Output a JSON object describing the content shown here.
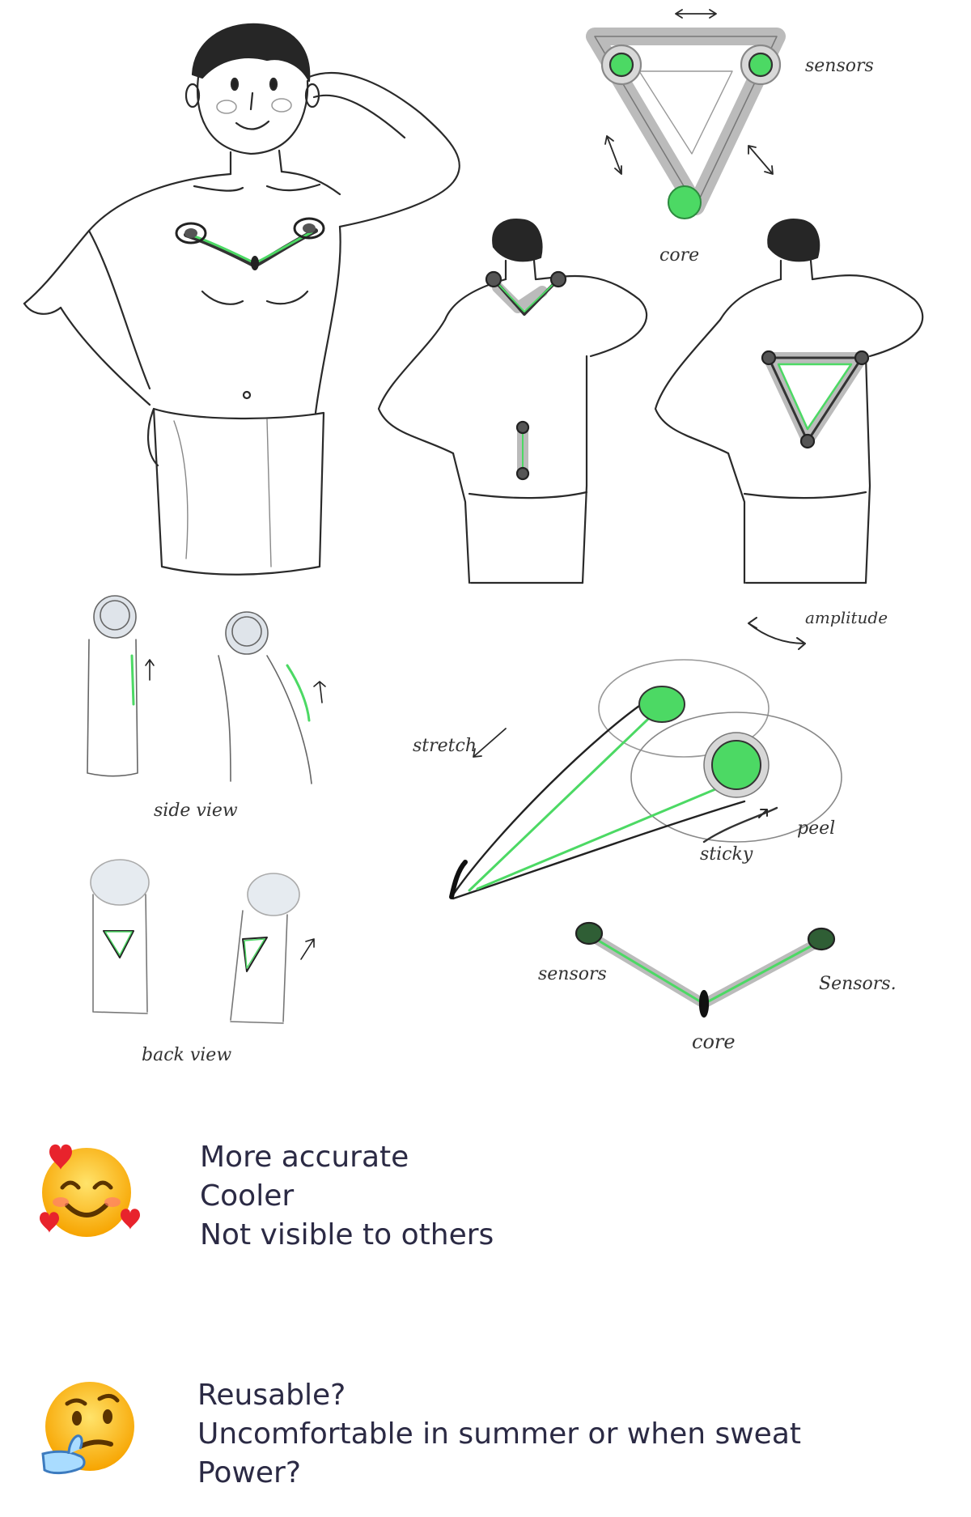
{
  "labels": {
    "sensors_top": "sensors",
    "core_top": "core",
    "side_view": "side view",
    "back_view": "back view",
    "stretch": "stretch",
    "sticky": "sticky",
    "peel": "peel",
    "sensors_left": "sensors",
    "sensors_right": "Sensors.",
    "core_bottom": "core",
    "arrow_label": "amplitude"
  },
  "pros": {
    "emoji": "smiling-face-with-hearts-icon",
    "lines": [
      "More accurate",
      "Cooler",
      "Not visible to others"
    ]
  },
  "cons": {
    "emoji": "thinking-face-icon",
    "lines": [
      "Reusable?",
      "Uncomfortable in summer or when sweat",
      "Power?"
    ]
  },
  "colors": {
    "accent_green": "#4cd964",
    "ink": "#2a2a2a",
    "text": "#2b2a44"
  }
}
